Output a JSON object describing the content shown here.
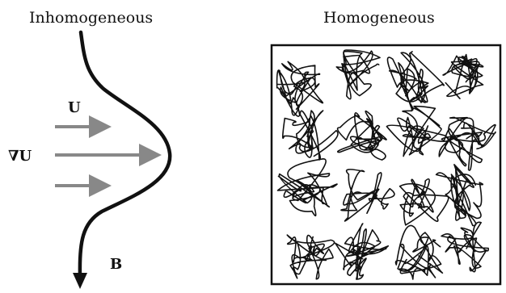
{
  "panels": {
    "left": {
      "title": "Inhomogeneous",
      "labels": {
        "velocity": "U",
        "gradient": "∇U",
        "field": "B"
      }
    },
    "right": {
      "title": "Homogeneous"
    }
  },
  "colors": {
    "ink": "#111111",
    "arrow_gray": "#888888",
    "background": "#ffffff"
  }
}
